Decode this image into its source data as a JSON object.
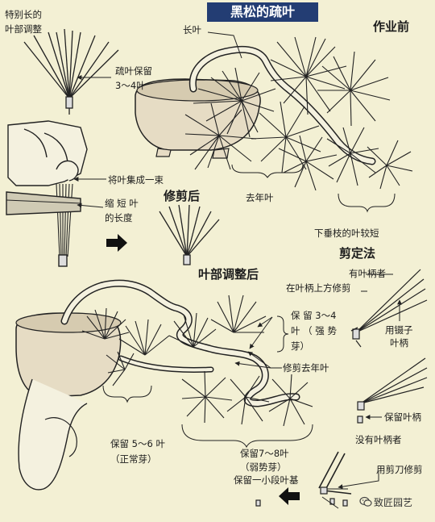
{
  "title": "黑松的疏叶",
  "labels": {
    "special_long_1": "特别长的",
    "special_long_2": "叶部调整",
    "sparse_keep_1": "疏叶保留",
    "sparse_keep_2": "3～4叶",
    "long_needle": "长叶",
    "before_work": "作业前",
    "gather_1": "将叶集成一束",
    "shorten_1": "缩 短 叶",
    "shorten_2": "的长度",
    "after_trim": "修剪后",
    "last_year": "去年叶",
    "lower_short": "下垂枝的叶较短",
    "pruning_method": "剪定法",
    "has_stalk": "有叶柄者",
    "cut_above": "在叶柄上方修剪",
    "after_adjust": "叶部调整后",
    "keep34_1": "保 留 3～4",
    "keep34_2": "叶 （ 强 势",
    "keep34_3": "芽）",
    "tweezer_1": "用镊子",
    "tweezer_2": "叶柄",
    "trim_last_year": "修剪去年叶",
    "keep_stalk": "保留叶柄",
    "keep56_1": "保留 5～6 叶",
    "keep56_2": "（正常芽）",
    "no_stalk": "没有叶柄者",
    "keep78_1": "保留7～8叶",
    "keep78_2": "（弱势芽）",
    "keep_base": "保留一小段叶基",
    "scissor_cut": "用剪刀修剪",
    "watermark": "致匠园艺"
  },
  "colors": {
    "background": "#f3f0d4",
    "ink": "#1c1c1c",
    "title_bg": "#233d73",
    "title_text": "#ffffff",
    "pot": "#e6dcc4"
  }
}
